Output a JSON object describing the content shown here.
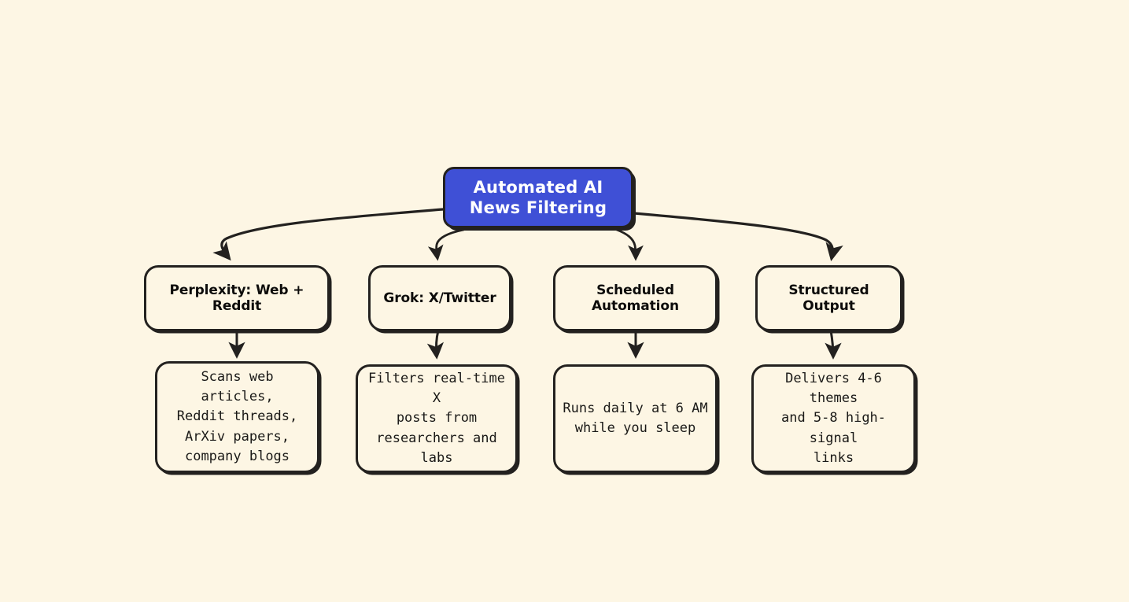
{
  "diagram": {
    "type": "mindmap-flowchart",
    "background_color": "#fdf6e4",
    "stroke_color": "#23211f",
    "root": {
      "id": "root",
      "label": "Automated AI News\nFiltering",
      "fill_color": "#3f50d6",
      "text_color": "#ffffff"
    },
    "branches": [
      {
        "id": "branch-perplexity",
        "label": "Perplexity: Web + Reddit",
        "detail_id": "detail-perplexity",
        "detail": "Scans web articles,\nReddit threads,\nArXiv papers,\ncompany blogs"
      },
      {
        "id": "branch-grok",
        "label": "Grok: X/Twitter",
        "detail_id": "detail-grok",
        "detail": "Filters real-time X\nposts from\nresearchers and labs"
      },
      {
        "id": "branch-scheduled",
        "label": "Scheduled Automation",
        "detail_id": "detail-scheduled",
        "detail": "Runs daily at 6 AM\nwhile you sleep"
      },
      {
        "id": "branch-structured",
        "label": "Structured Output",
        "detail_id": "detail-structured",
        "detail": "Delivers 4-6 themes\nand 5-8 high-signal\nlinks"
      }
    ]
  }
}
